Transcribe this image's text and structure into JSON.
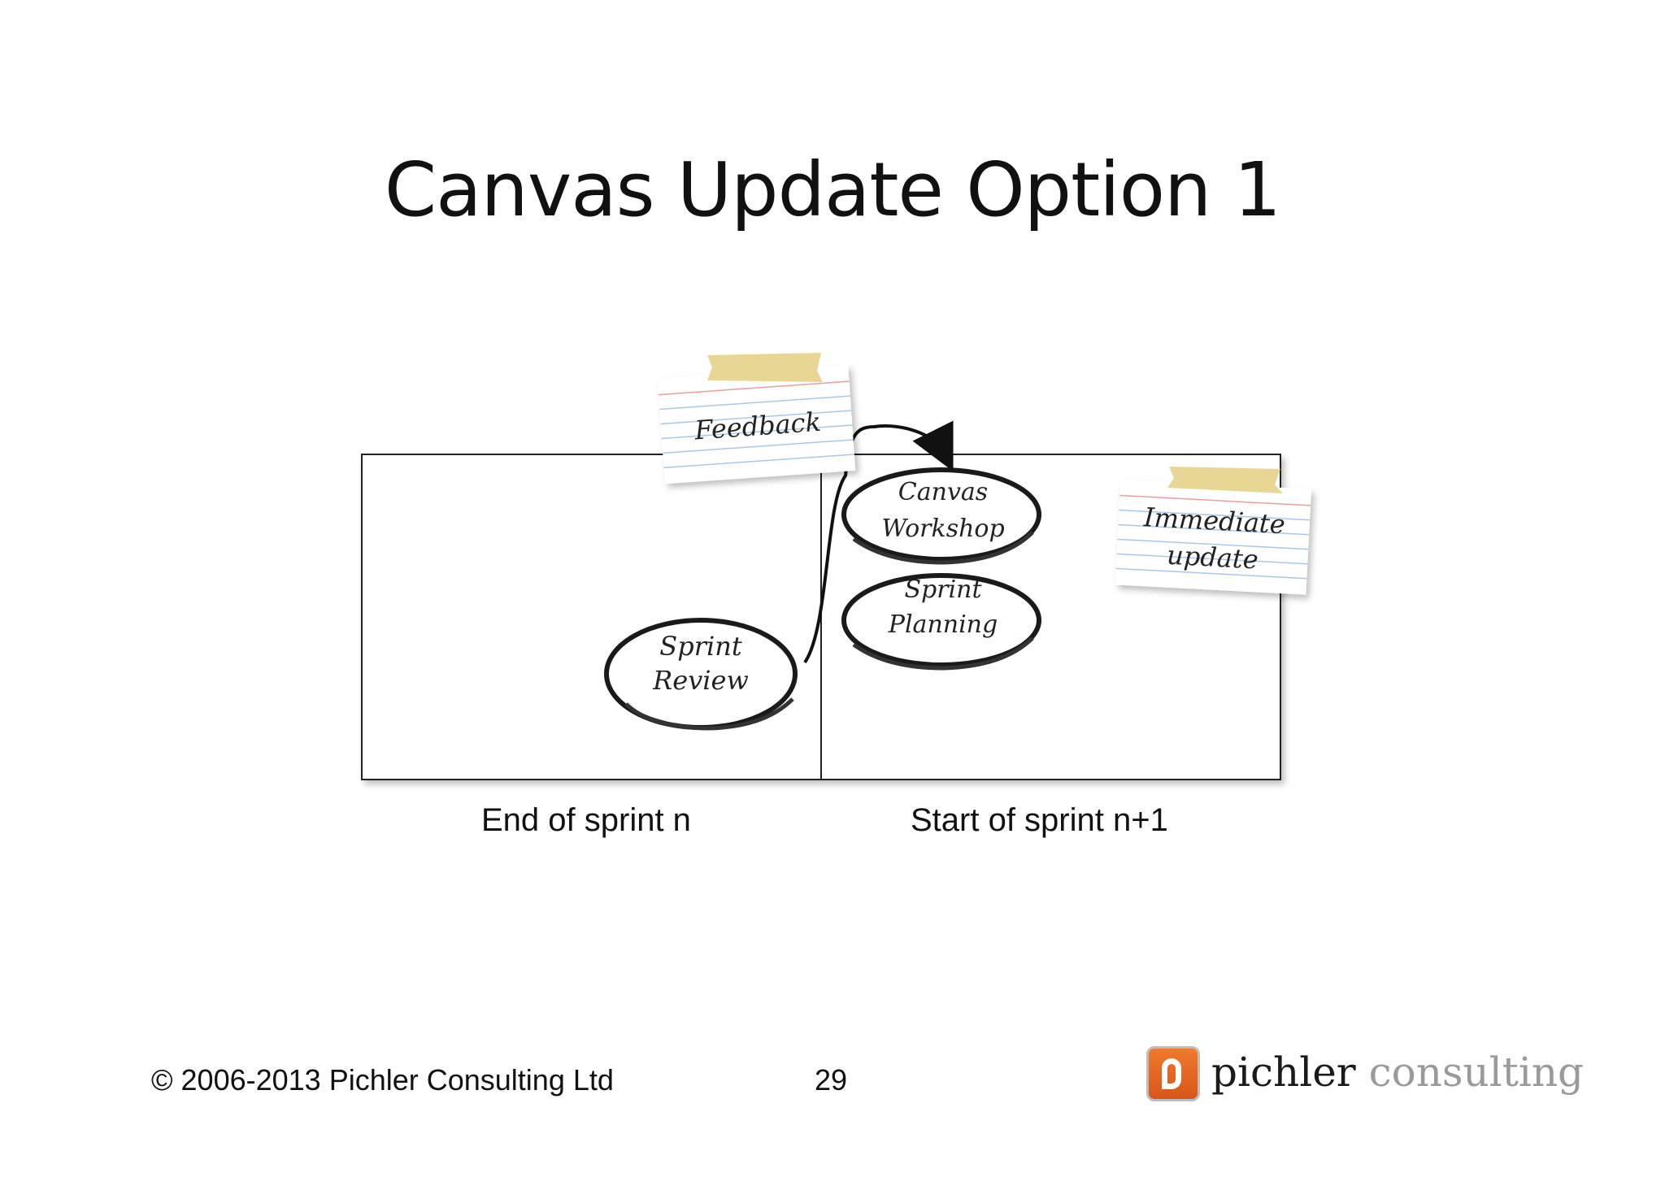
{
  "slide": {
    "title": "Canvas Update Option 1",
    "columns": [
      {
        "caption": "End of sprint n"
      },
      {
        "caption": "Start of sprint n+1"
      }
    ],
    "events": [
      {
        "line1": "Sprint",
        "line2": "Review"
      },
      {
        "line1": "Canvas",
        "line2": "Workshop"
      },
      {
        "line1": "Sprint",
        "line2": "Planning"
      }
    ],
    "cards": [
      {
        "text": "Feedback"
      },
      {
        "line1": "Immediate",
        "line2": "update"
      }
    ]
  },
  "footer": {
    "copyright": "© 2006-2013 Pichler Consulting Ltd",
    "page_number": "29",
    "logo_part1": "pichler",
    "logo_part2": "consulting"
  },
  "colors": {
    "tape": "#e6d48e",
    "card_lines": "#a9c8e8",
    "logo_orange": "#e8662a"
  }
}
